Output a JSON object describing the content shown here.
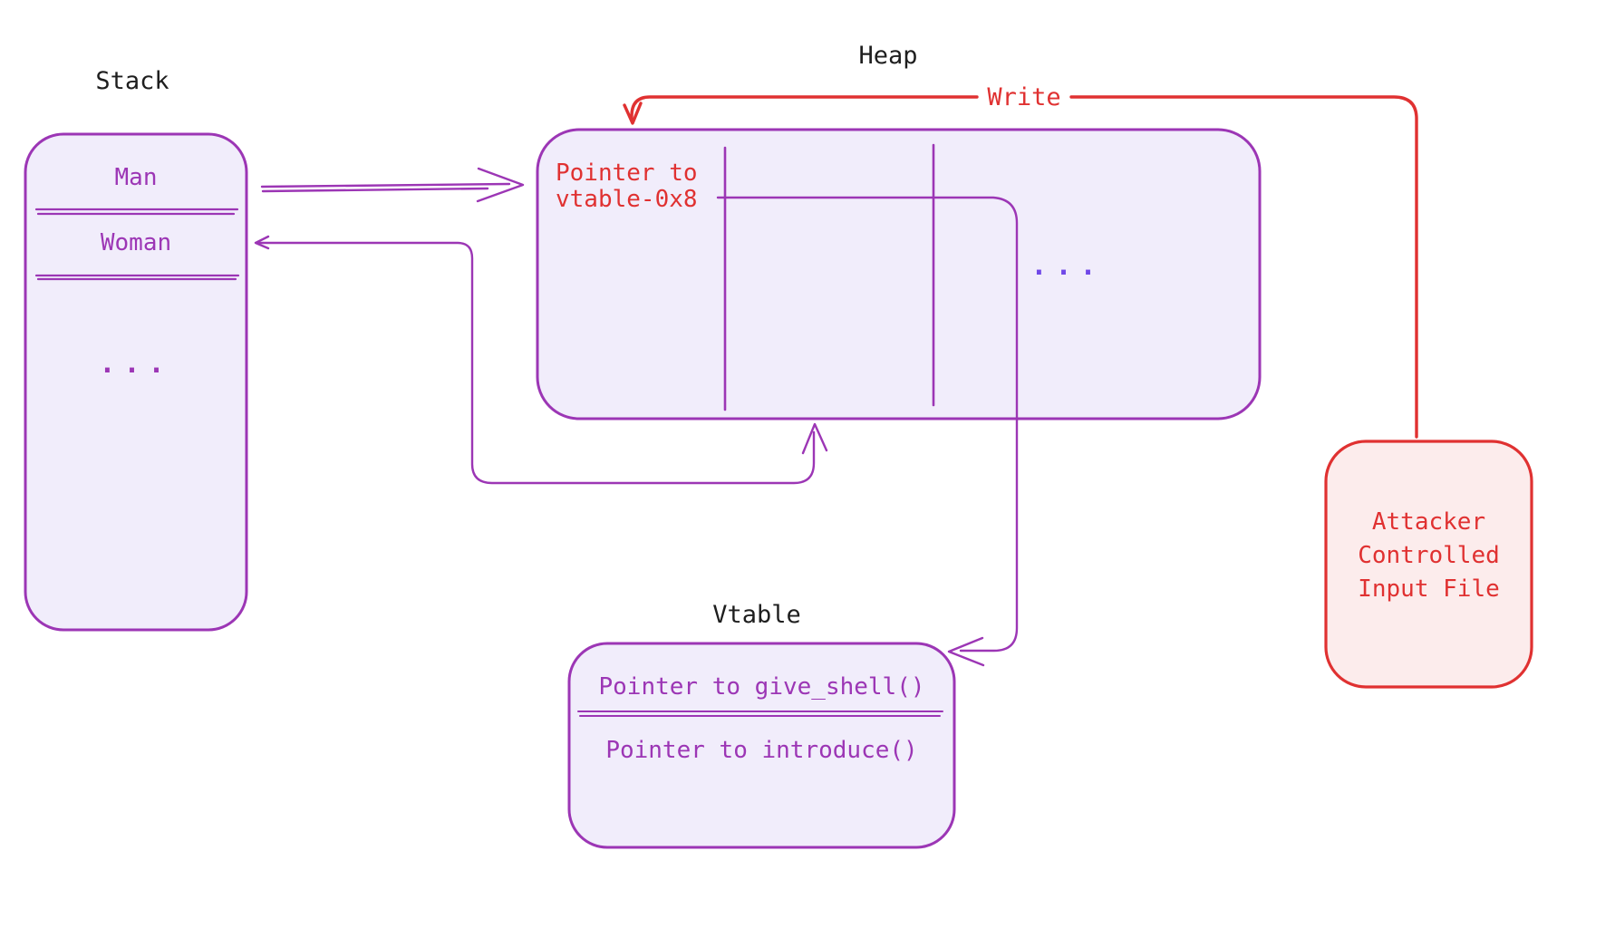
{
  "colors": {
    "purple": "#9c36b5",
    "lavender": "#f1edfb",
    "red": "#e03131",
    "pink": "#fcecec",
    "indigo": "#7048e8",
    "ink": "#1e1e1e",
    "bg": "#ffffff"
  },
  "stack": {
    "title": "Stack",
    "row1": "Man",
    "row2": "Woman",
    "ellipsis": "..."
  },
  "heap": {
    "title": "Heap",
    "pointer_line1": "Pointer to",
    "pointer_line2": "vtable-0x8",
    "ellipsis": "..."
  },
  "write_arrow": {
    "label": "Write"
  },
  "vtable": {
    "title": "Vtable",
    "row1": "Pointer to give_shell()",
    "row2": "Pointer to introduce()"
  },
  "attacker": {
    "line1": "Attacker",
    "line2": "Controlled",
    "line3": "Input File"
  }
}
